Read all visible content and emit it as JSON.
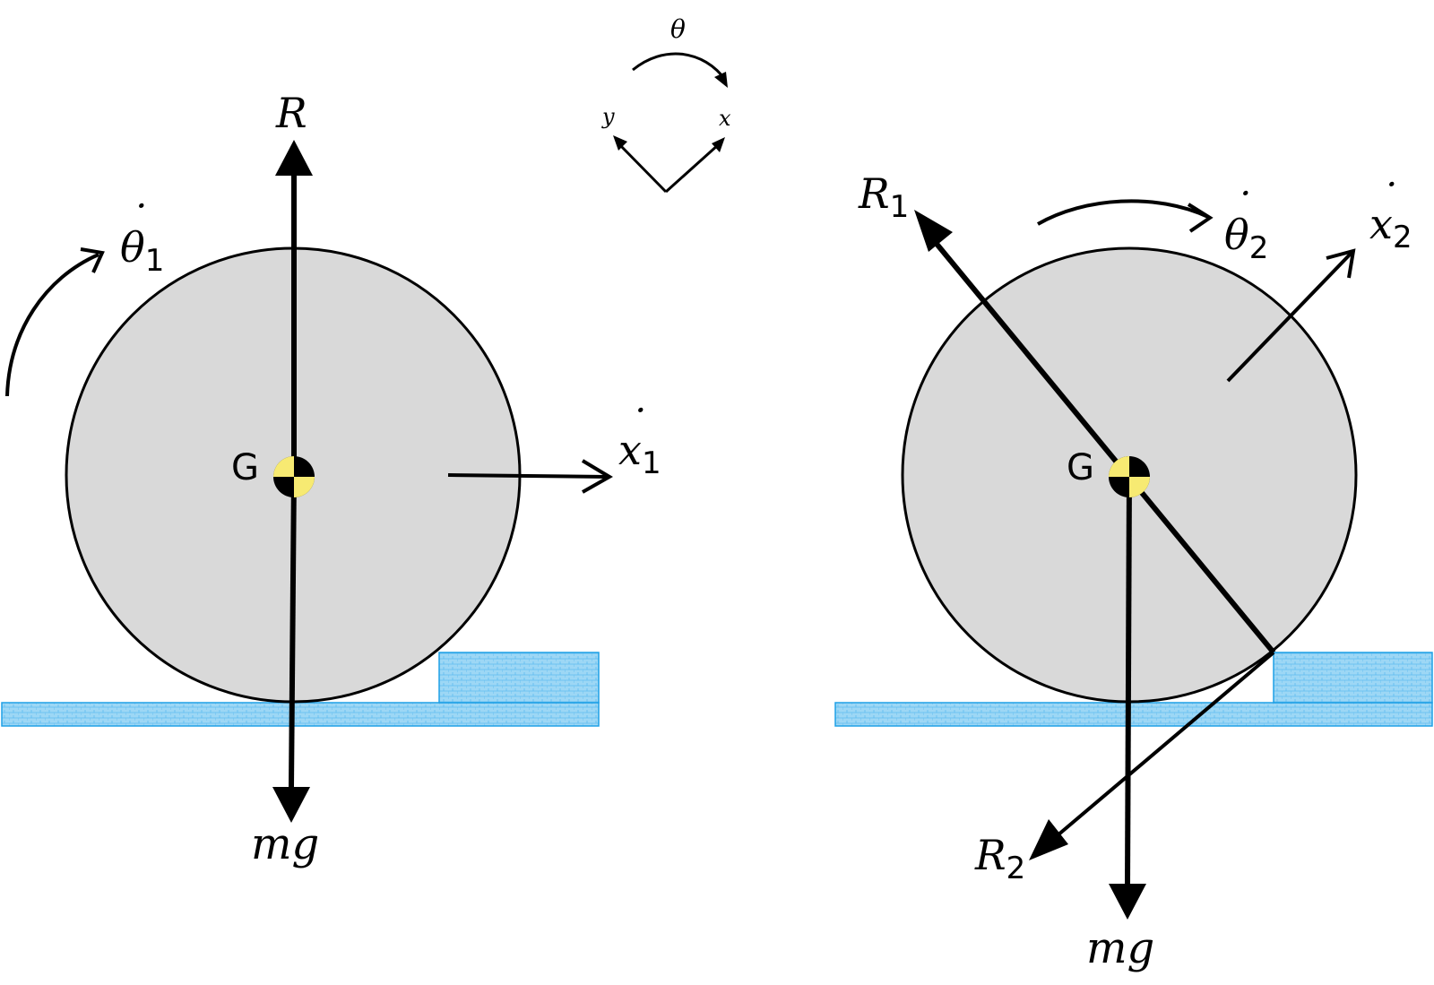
{
  "colors": {
    "wheel_fill": "#d9d9d9",
    "ground_fill": "#9dd7f5",
    "ground_stroke": "#1ea0e6",
    "cg_yellow": "#f7ea72",
    "ink": "#000000"
  },
  "axes": {
    "theta": "θ",
    "x": "x",
    "y": "y"
  },
  "left": {
    "center_label": "G",
    "reaction": "R",
    "weight": "mg",
    "omega": {
      "base": "θ",
      "dot": "˙",
      "sub": "1"
    },
    "velocity": {
      "base": "x",
      "dot": "˙",
      "sub": "1"
    }
  },
  "right": {
    "center_label": "G",
    "reaction_1": {
      "base": "R",
      "sub": "1"
    },
    "reaction_2": {
      "base": "R",
      "sub": "2"
    },
    "weight": "mg",
    "omega": {
      "base": "θ",
      "dot": "˙",
      "sub": "2"
    },
    "velocity": {
      "base": "x",
      "dot": "˙",
      "sub": "2"
    }
  }
}
